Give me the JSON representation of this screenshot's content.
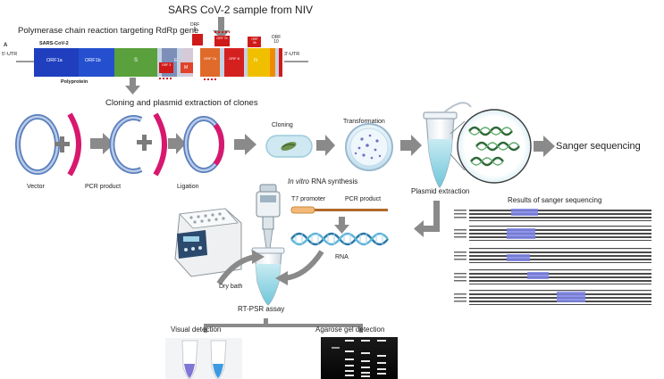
{
  "header": {
    "title": "SARS CoV-2 sample from NIV"
  },
  "pcr": {
    "title": "Polymerase chain reaction targeting RdRp gene",
    "panel_letter": "A",
    "genome_label": "SARS-CoV-2",
    "utr5": "5'-UTR",
    "utr3": "3'-UTR",
    "polyprotein": "Polyprotein",
    "genes": [
      "ORF1a",
      "ORF1b",
      "S",
      "E",
      "ORF 3",
      "M",
      "ORF 6",
      "ORF 7a",
      "ORF 7b",
      "ORF 8",
      "N",
      "ORF 9b",
      "ORF 10"
    ]
  },
  "cloning": {
    "title": "Cloning and plasmid extraction of clones",
    "vector": "Vector",
    "pcr_product": "PCR product",
    "ligation": "Ligation",
    "cloning": "Cloning",
    "transformation": "Transformation",
    "plasmid_extraction": "Plasmid extraction",
    "sanger": "Sanger sequencing"
  },
  "synthesis": {
    "title_italic": "In vitro",
    "title_rest": " RNA synthesis",
    "t7": "T7 promoter",
    "pcr_product": "PCR product",
    "rna": "RNA"
  },
  "assay": {
    "dry_bath": "Dry bath",
    "rt_psr": "RT-PSR assay"
  },
  "detection": {
    "visual": "Visual detection",
    "agarose": "Agarose gel detection"
  },
  "results": {
    "title": "Results of sanger sequencing"
  },
  "colors": {
    "orf1a": "#1f3fbf",
    "orf1b": "#2450d0",
    "s": "#5aa03c",
    "e": "#7d8fb8",
    "red": "#d52020",
    "yellow": "#f0c000",
    "orange": "#f08a00",
    "arrow": "#8a8a8a",
    "plasmid": "#7e9ccf",
    "insert": "#d8186f"
  }
}
